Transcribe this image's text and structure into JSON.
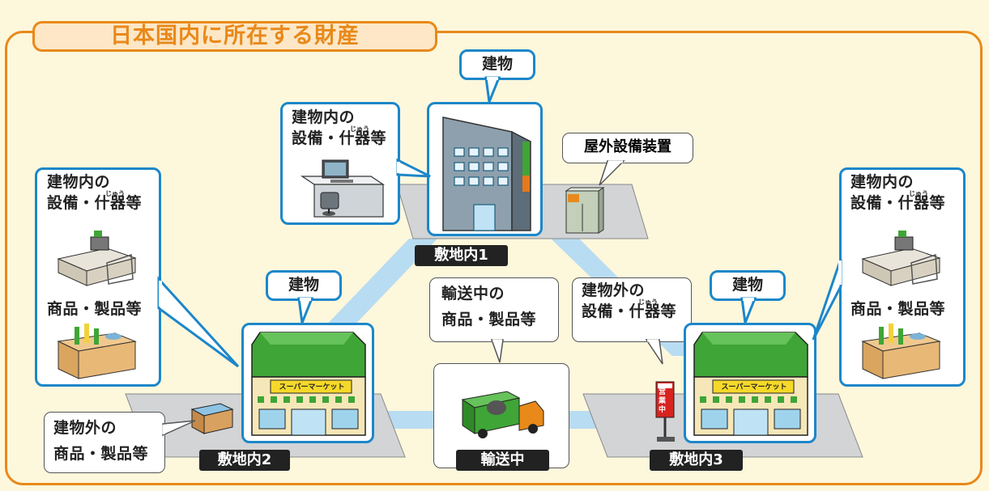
{
  "title": "日本国内に所在する財産",
  "building_label": "建物",
  "site_labels": [
    "敷地内1",
    "敷地内2",
    "敷地内3"
  ],
  "transit_label": "輸送中",
  "in_building_equipment_line1": "建物内の",
  "in_building_equipment_line2": "設備・什器等",
  "ruby_juu": "じゅう",
  "outdoor_equipment": "屋外設備装置",
  "goods_label": "商品・製品等",
  "transit_goods_line1": "輸送中の",
  "transit_goods_line2": "商品・製品等",
  "outside_equipment_line1": "建物外の",
  "outside_equipment_line2": "設備・什器等",
  "outside_goods_line1": "建物外の",
  "outside_goods_line2": "商品・製品等",
  "store_sign": "スーパーマーケット",
  "open_sign": "営業中",
  "colors": {
    "frame": "#e8891a",
    "box": "#1c87c9",
    "connector": "#b8dcf2",
    "ground": "#d2d4d6",
    "roof": "#3fa536",
    "truck": "#3fa536"
  }
}
